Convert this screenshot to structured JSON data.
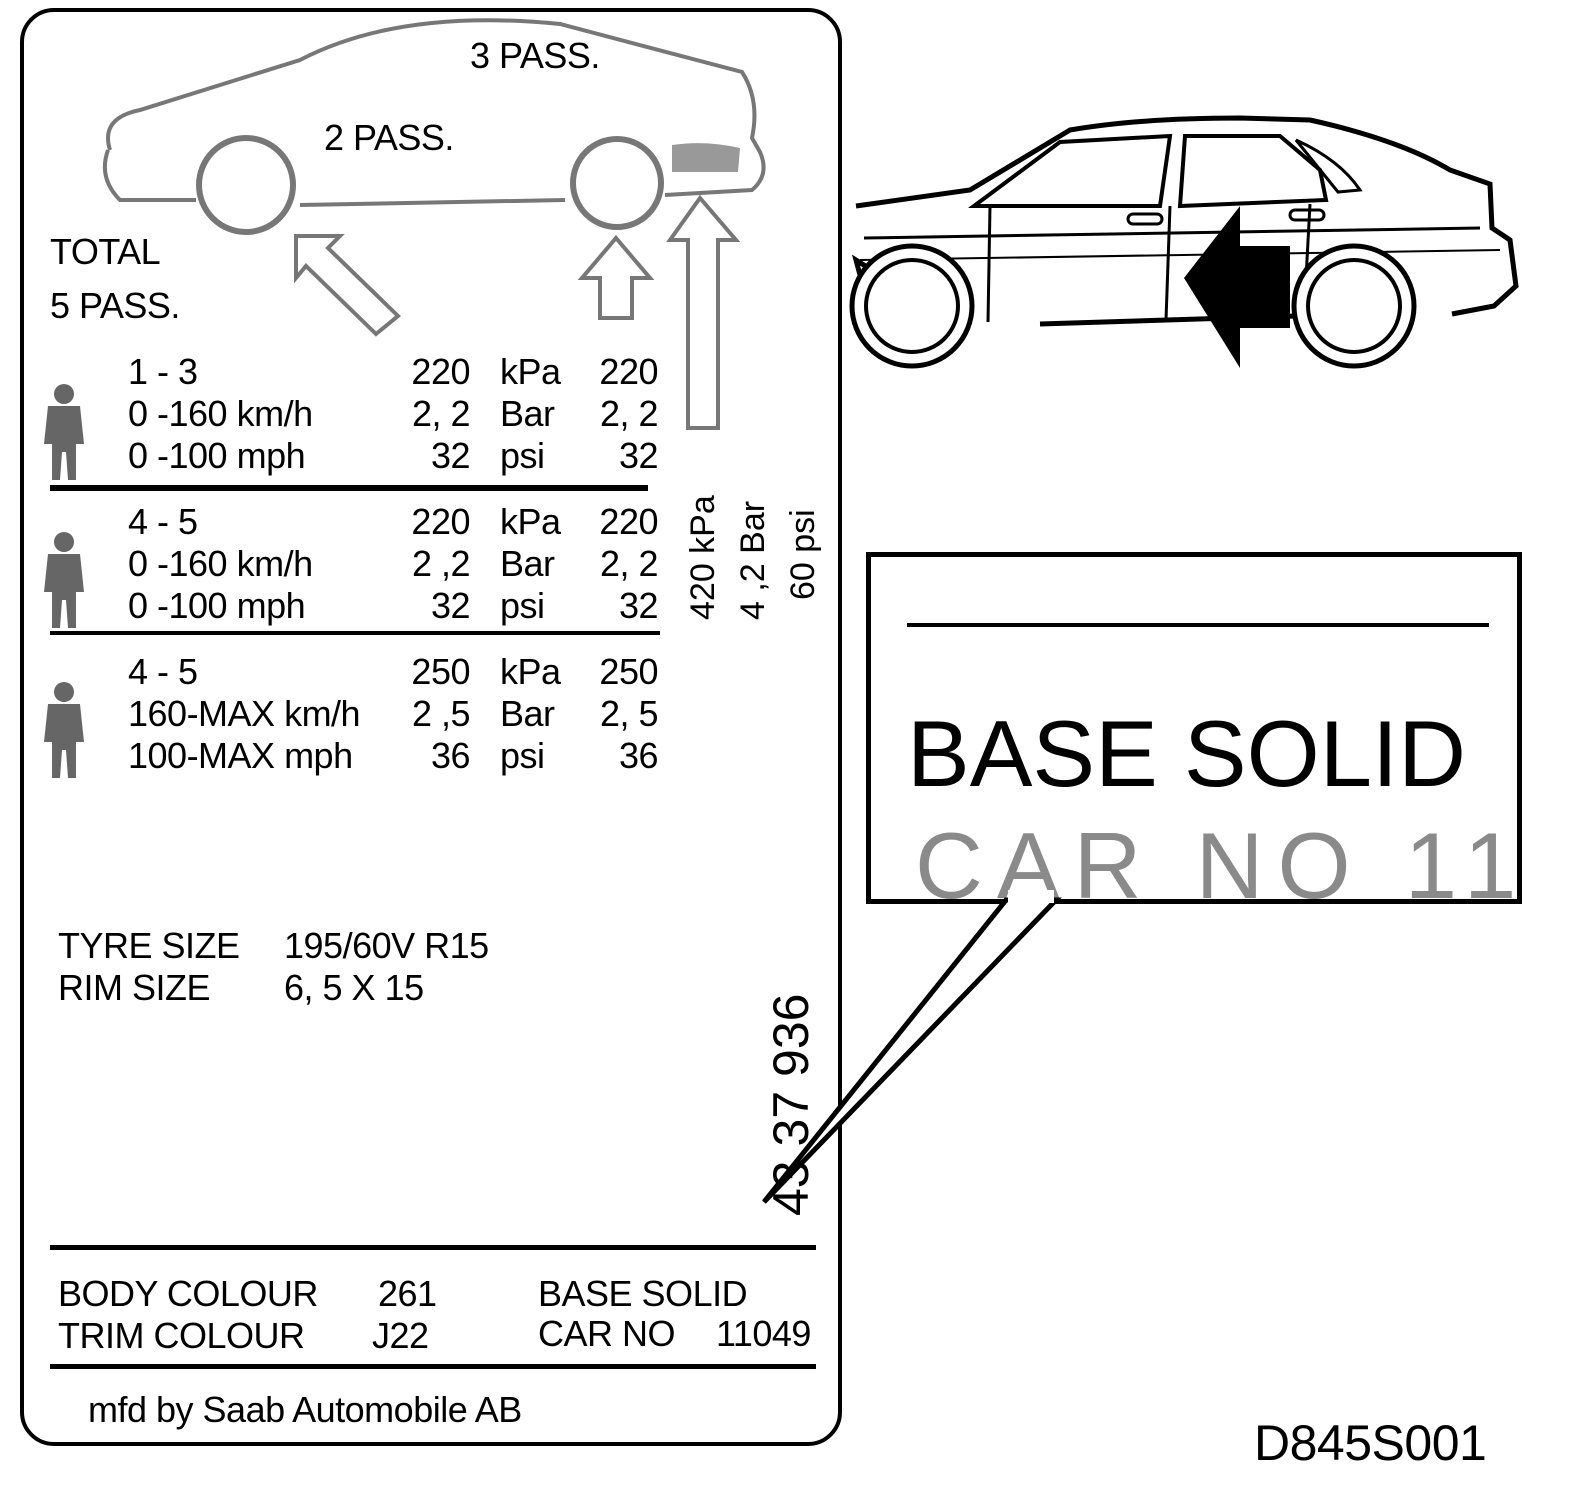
{
  "diagram": {
    "pass_front": "2 PASS.",
    "pass_rear": "3 PASS.",
    "total_line1": "TOTAL",
    "total_line2": "5 PASS."
  },
  "pressure_rows": [
    {
      "load": "1 -  3",
      "speed_kmh": "0  -160 km/h",
      "speed_mph": "0  -100 mph",
      "front_kpa": "220",
      "front_bar": "2, 2",
      "front_psi": "32",
      "rear_kpa": "220",
      "rear_bar": "2, 2",
      "rear_psi": "32"
    },
    {
      "load": "4 -  5",
      "speed_kmh": "0  -160 km/h",
      "speed_mph": "0  -100 mph",
      "front_kpa": "220",
      "front_bar": "2 ,2",
      "front_psi": "32",
      "rear_kpa": "220",
      "rear_bar": "2, 2",
      "rear_psi": "32"
    },
    {
      "load": "4 -  5",
      "speed_kmh": "160-MAX km/h",
      "speed_mph": "100-MAX mph",
      "front_kpa": "250",
      "front_bar": "2 ,5",
      "front_psi": "36",
      "rear_kpa": "250",
      "rear_bar": "2, 5",
      "rear_psi": "36"
    }
  ],
  "units": {
    "kpa": "kPa",
    "bar": "Bar",
    "psi": "psi"
  },
  "spare": {
    "kpa": "420 kPa",
    "bar": "4 ,2 Bar",
    "psi": "60 psi"
  },
  "tyre": {
    "tyre_label": "TYRE SIZE",
    "tyre_value": "195/60V R15",
    "rim_label": "RIM SIZE",
    "rim_value": "6, 5  X  15"
  },
  "part_number": "43 37 936",
  "colours": {
    "body_label": "BODY COLOUR",
    "body_value": "261",
    "trim_label": "TRIM COLOUR",
    "trim_value": "J22",
    "base": "BASE SOLID",
    "car_no_label": "CAR NO",
    "car_no_value": "11049"
  },
  "manufacturer": "mfd by Saab Automobile AB",
  "callout": {
    "main": "BASE SOLID",
    "partial": "CAR NO  11"
  },
  "figure_code": "D845S001"
}
